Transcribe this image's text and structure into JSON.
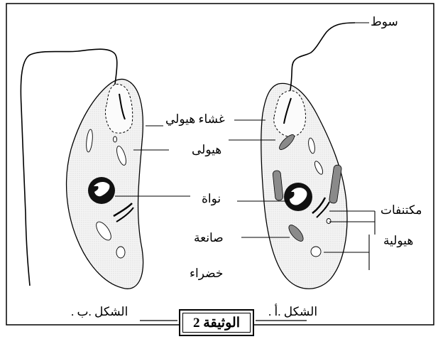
{
  "document_title": "الوثيقة 2",
  "figures": {
    "b": {
      "caption": "الشكل .ب ."
    },
    "a": {
      "caption": "الشكل .أ ."
    }
  },
  "labels": {
    "flagellum": "سوط",
    "plasma_membrane": "غشاء هيولي",
    "cytoplasm": "هيولى",
    "nucleus": "نواة",
    "chloroplast_line1": "صانعة",
    "chloroplast_line2": "خضراء",
    "inclusions_line1": "مكتنفات",
    "inclusions_line2": "هيولية"
  }
}
